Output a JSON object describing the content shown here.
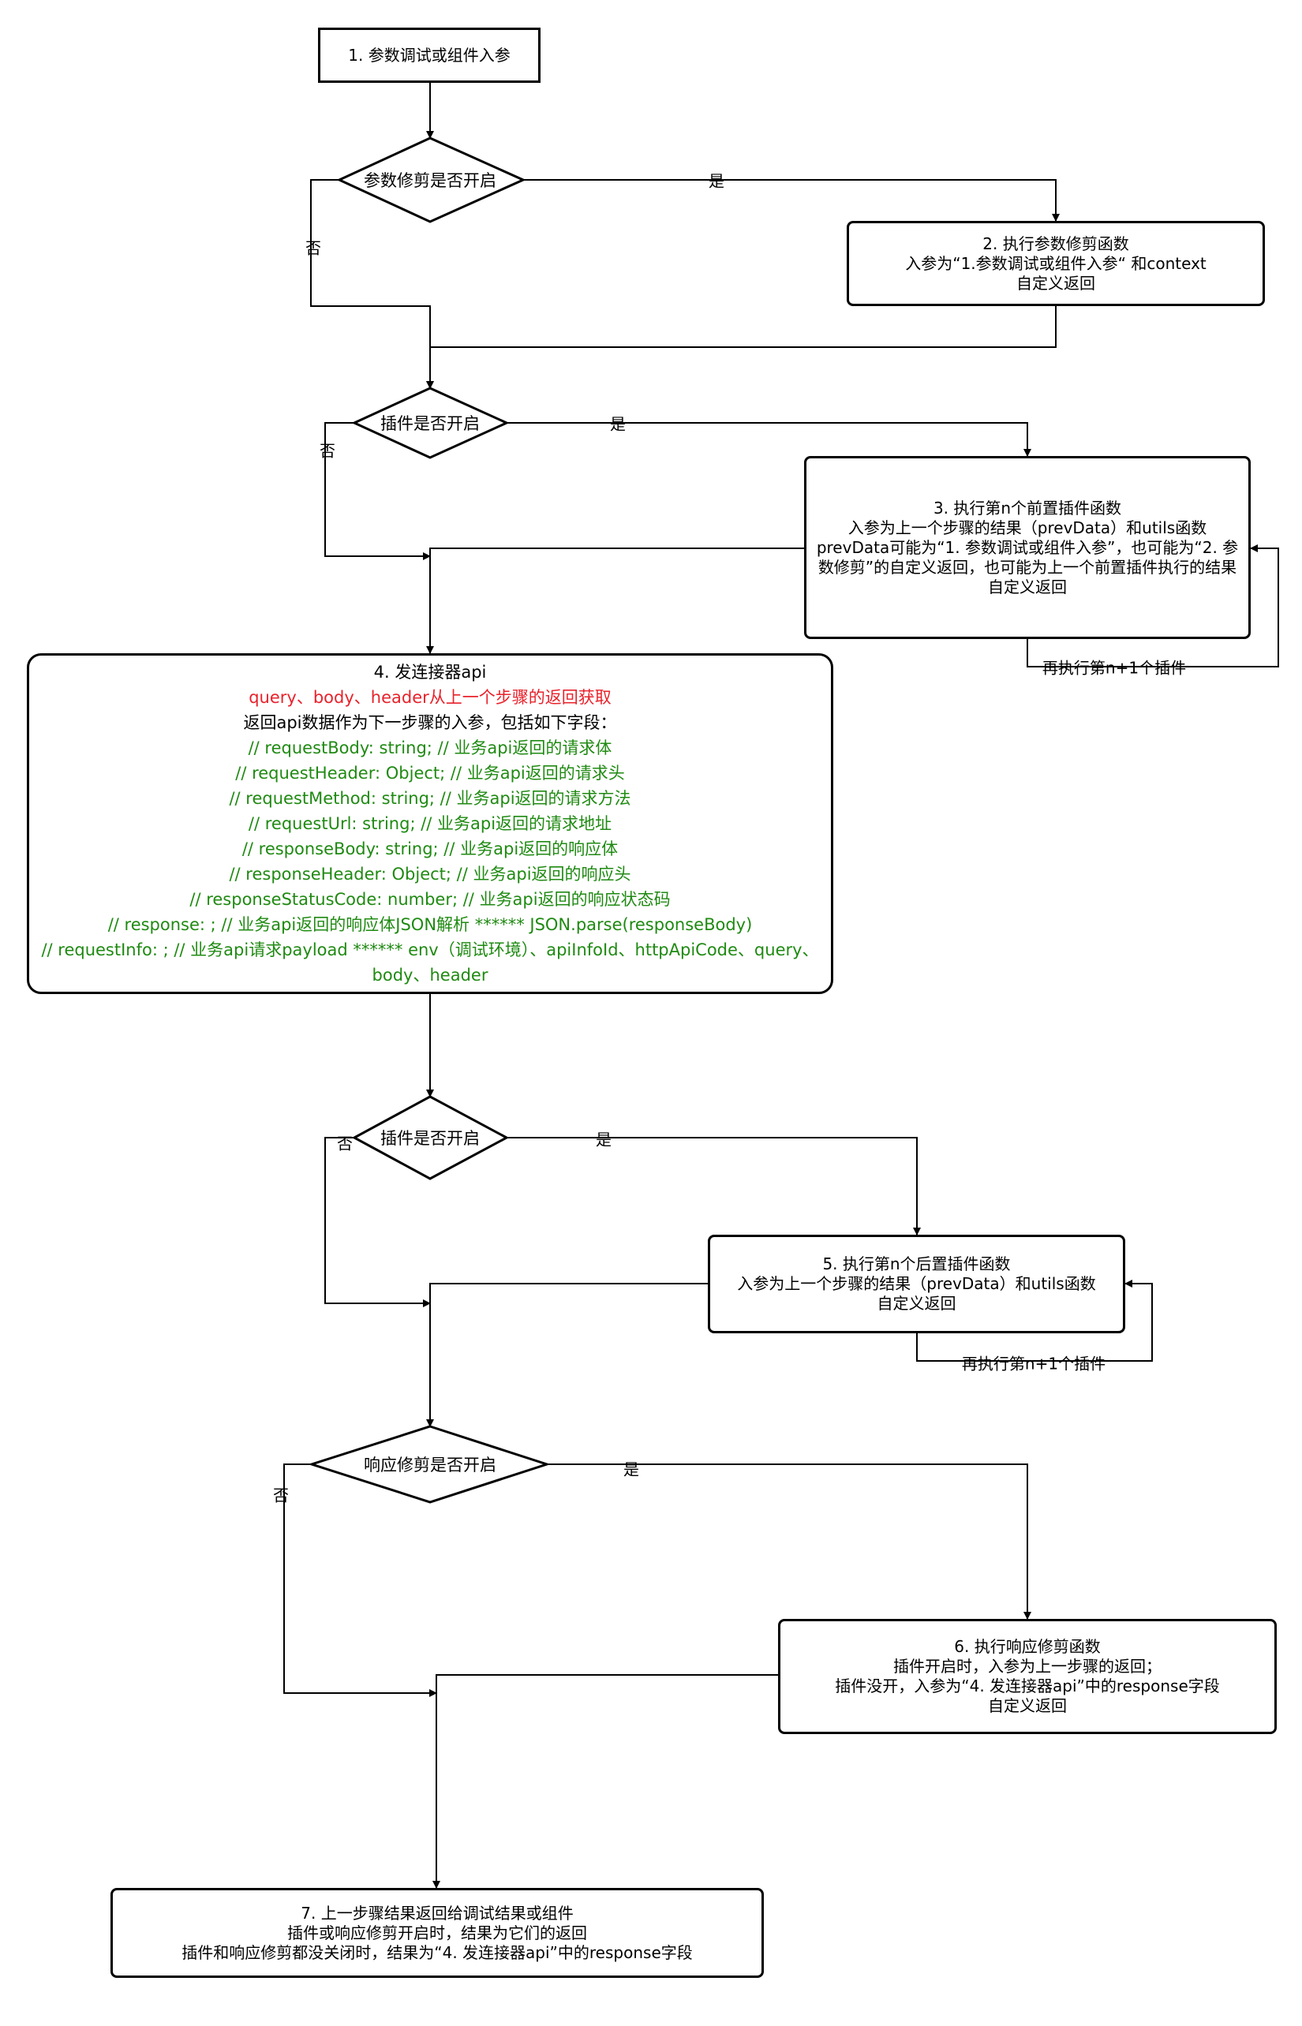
{
  "nodes": {
    "start": "1. 参数调试或组件入参",
    "d_param": "参数修剪是否开启",
    "param_fn": [
      "2. 执行参数修剪函数",
      "入参为“1.参数调试或组件入参“ 和context",
      "自定义返回"
    ],
    "d_plugin_pre": "插件是否开启",
    "pre_plugin": [
      "3. 执行第n个前置插件函数",
      "入参为上一个步骤的结果（prevData）和utils函数",
      "prevData可能为“1. 参数调试或组件入参”，也可能为“2. 参数修剪”的自定义返回，也可能为上一个前置插件执行的结果",
      "自定义返回"
    ],
    "connector": {
      "title": "4. 发连接器api",
      "red_line": "query、body、header从上一个步骤的返回获取",
      "desc": "返回api数据作为下一步骤的入参，包括如下字段：",
      "fields": [
        "// requestBody: string; // 业务api返回的请求体",
        "// requestHeader: Object; // 业务api返回的请求头",
        "// requestMethod: string; // 业务api返回的请求方法",
        "// requestUrl: string; // 业务api返回的请求地址",
        "// responseBody: string; // 业务api返回的响应体",
        "// responseHeader: Object; // 业务api返回的响应头",
        "// responseStatusCode: number; // 业务api返回的响应状态码",
        "// response: ; // 业务api返回的响应体JSON解析 ****** JSON.parse(responseBody)",
        "// requestInfo: ; // 业务api请求payload ****** env（调试环境）、apiInfoId、httpApiCode、query、body、header"
      ]
    },
    "d_plugin_post": "插件是否开启",
    "post_plugin": [
      "5. 执行第n个后置插件函数",
      "入参为上一个步骤的结果（prevData）和utils函数",
      "自定义返回"
    ],
    "d_resp": "响应修剪是否开启",
    "resp_fn": [
      "6. 执行响应修剪函数",
      "插件开启时，入参为上一步骤的返回；",
      "插件没开，入参为“4. 发连接器api”中的response字段",
      "自定义返回"
    ],
    "end": [
      "7. 上一步骤结果返回给调试结果或组件",
      "插件或响应修剪开启时，结果为它们的返回",
      "插件和响应修剪都没关闭时，结果为“4. 发连接器api”中的response字段"
    ]
  },
  "edge_labels": {
    "yes": "是",
    "no": "否",
    "loop": "再执行第n+1个插件"
  }
}
